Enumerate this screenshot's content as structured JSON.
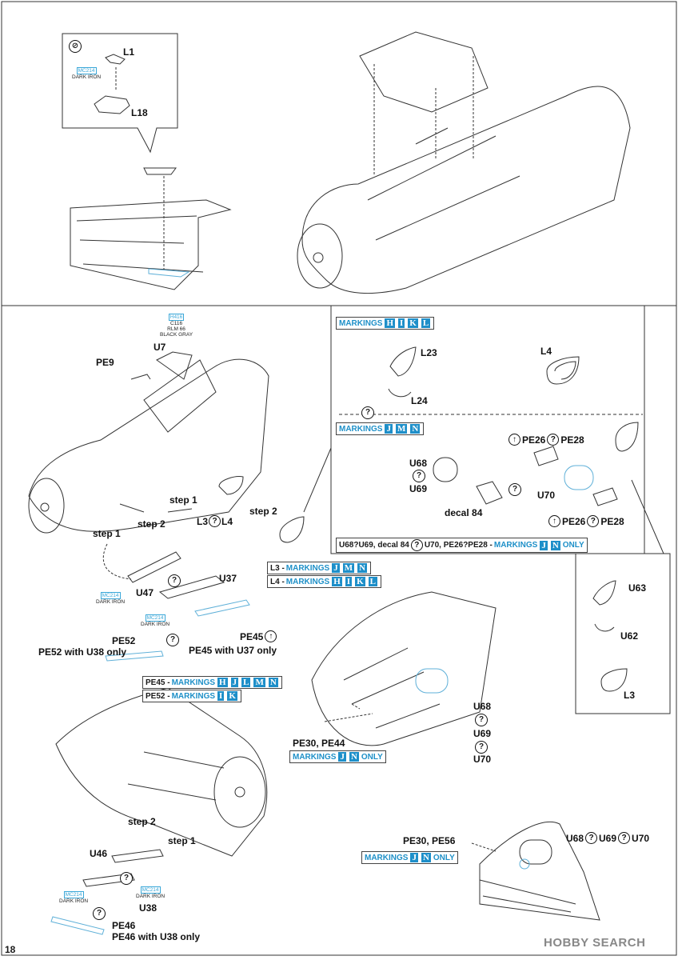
{
  "page_number": "18",
  "watermark": "HOBBY SEARCH",
  "top_section": {
    "inset_parts": [
      "L1",
      "L18"
    ],
    "inset_paint": {
      "code": "MC214",
      "name": "DARK IRON"
    }
  },
  "left_section": {
    "paint_u7": {
      "code1": "H416",
      "code2": "C116",
      "name1": "RLM 66",
      "name2": "BLACK GRAY"
    },
    "labels": {
      "pe9": "PE9",
      "u7": "U7",
      "step1_a": "step 1",
      "step2_a": "step 2",
      "l3_l4": "L3",
      "l4": "L4",
      "step1_b": "step 1",
      "step2_b": "step 2",
      "u47": "U47",
      "u37": "U37",
      "pe52": "PE52",
      "pe52_note": "PE52 with U38 only",
      "pe45": "PE45",
      "pe45_note": "PE45 with U37 only",
      "step2_c": "step 2",
      "step1_c": "step 1",
      "u46": "U46",
      "u38": "U38",
      "pe46": "PE46",
      "pe46_note": "PE46 with U38 only"
    },
    "paint_mc214": {
      "code": "MC214",
      "name": "DARK IRON"
    }
  },
  "notes": {
    "l3": {
      "prefix": "L3 - ",
      "markings": "MARKINGS",
      "letters": [
        "J",
        "M",
        "N"
      ]
    },
    "l4": {
      "prefix": "L4 - ",
      "markings": "MARKINGS",
      "letters": [
        "H",
        "I",
        "K",
        "L"
      ]
    },
    "pe45": {
      "prefix": "PE45 - ",
      "markings": "MARKINGS",
      "letters": [
        "H",
        "J",
        "L",
        "M",
        "N"
      ]
    },
    "pe52": {
      "prefix": "PE52 - ",
      "markings": "MARKINGS",
      "letters": [
        "I",
        "K"
      ]
    }
  },
  "right_panel": {
    "markings_a": {
      "label": "MARKINGS",
      "letters": [
        "H",
        "I",
        "K",
        "L"
      ]
    },
    "markings_b": {
      "label": "MARKINGS",
      "letters": [
        "J",
        "M",
        "N"
      ]
    },
    "labels": {
      "l23": "L23",
      "l24": "L24",
      "l4": "L4",
      "u68": "U68",
      "u69": "U69",
      "decal84": "decal 84",
      "pe26": "PE26",
      "pe28": "PE28",
      "u70": "U70",
      "pe26b": "PE26",
      "pe28b": "PE28"
    },
    "footer_note": {
      "text": "U68?U69, decal 84",
      "text2": "U70, PE26?PE28 - ",
      "markings": "MARKINGS",
      "letters": [
        "J",
        "N"
      ],
      "suffix": "ONLY"
    },
    "side_labels": {
      "u63": "U63",
      "u62": "U62",
      "l3": "L3"
    }
  },
  "middle_section": {
    "labels": {
      "u68": "U68",
      "u69": "U69",
      "u70": "U70",
      "pe30_pe44": "PE30, PE44"
    },
    "markings": {
      "label": "MARKINGS",
      "letters": [
        "J",
        "N"
      ],
      "suffix": "ONLY"
    }
  },
  "bottom_right": {
    "labels": {
      "pe30_pe56": "PE30, PE56",
      "u68": "U68",
      "u69": "U69",
      "u70": "U70"
    },
    "markings": {
      "label": "MARKINGS",
      "letters": [
        "J",
        "N"
      ],
      "suffix": "ONLY"
    }
  }
}
